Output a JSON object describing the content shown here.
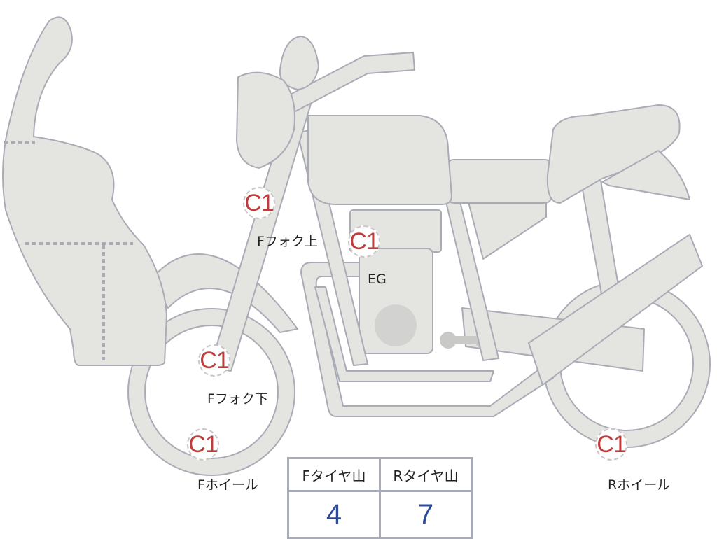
{
  "badges": {
    "code": "C1"
  },
  "labels": {
    "fork_upper": "Fフォク上",
    "engine": "EG",
    "fork_lower": "Fフォク下",
    "front_wheel": "Fホイール",
    "rear_wheel": "Rホイール"
  },
  "tyre_table": {
    "headers": [
      "Fタイヤ山",
      "Rタイヤ山"
    ],
    "values": [
      "4",
      "7"
    ]
  },
  "colors": {
    "part_fill": "#e4e4e0",
    "part_stroke": "#a9acb6",
    "badge_text": "#c23b3b",
    "value_text": "#2c4a9c"
  }
}
